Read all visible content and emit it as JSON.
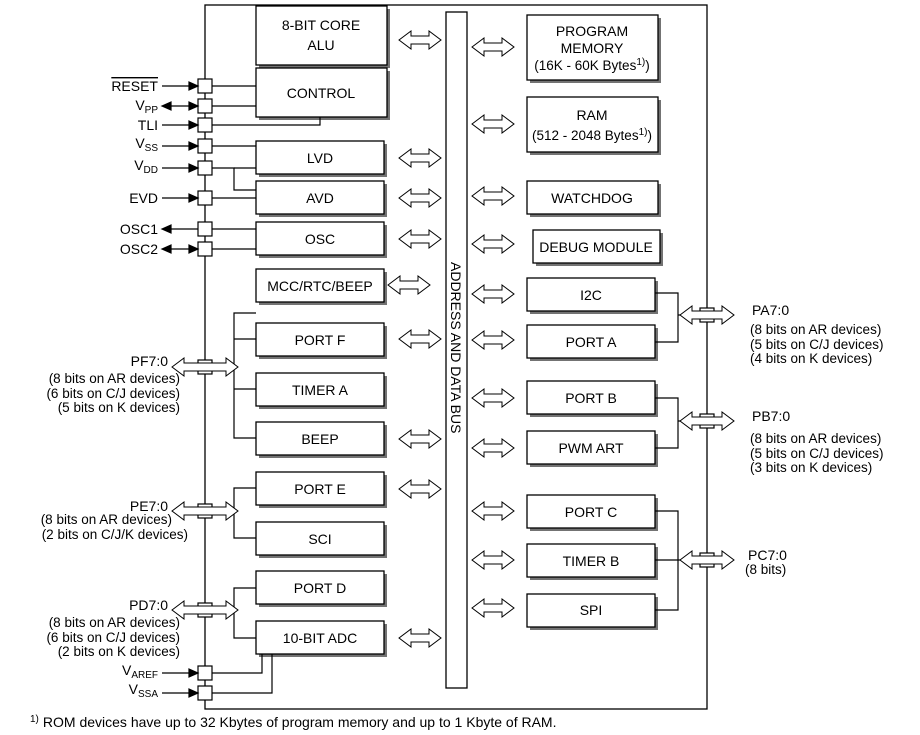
{
  "bus": {
    "label": "ADDRESS AND DATA BUS"
  },
  "left_blocks": {
    "core": {
      "line1": "8-BIT CORE",
      "line2": "ALU"
    },
    "control": "CONTROL",
    "lvd": "LVD",
    "avd": "AVD",
    "osc": "OSC",
    "mcc": "MCC/RTC/BEEP",
    "port_f": "PORT F",
    "timer_a": "TIMER A",
    "beep": "BEEP",
    "port_e": "PORT E",
    "sci": "SCI",
    "port_d": "PORT D",
    "adc": "10-BIT ADC"
  },
  "right_blocks": {
    "program_memory": {
      "line1": "PROGRAM",
      "line2": "MEMORY",
      "line3": "(16K - 60K Bytes",
      "sup": "1)",
      "close": ")"
    },
    "ram": {
      "line1": "RAM",
      "line2": "(512 - 2048 Bytes",
      "sup": "1)",
      "close": ")"
    },
    "watchdog": "WATCHDOG",
    "debug": "DEBUG MODULE",
    "i2c": "I2C",
    "port_a": "PORT A",
    "port_b": "PORT B",
    "pwm_art": "PWM ART",
    "port_c": "PORT C",
    "timer_b": "TIMER B",
    "spi": "SPI"
  },
  "left_pins": {
    "reset": "RESET",
    "vpp": {
      "main": "V",
      "sub": "PP"
    },
    "tli": "TLI",
    "vss": {
      "main": "V",
      "sub": "SS"
    },
    "vdd": {
      "main": "V",
      "sub": "DD"
    },
    "evd": "EVD",
    "osc1": "OSC1",
    "osc2": "OSC2",
    "varef": {
      "main": "V",
      "sub": "AREF"
    },
    "vssa": {
      "main": "V",
      "sub": "SSA"
    }
  },
  "ports": {
    "pf": {
      "name": "PF7:0",
      "lines": [
        "(8 bits on AR devices)",
        "(6 bits on C/J devices)",
        "(5 bits on K devices)"
      ]
    },
    "pe": {
      "name": "PE7:0",
      "lines": [
        "(8 bits on AR devices)",
        "(2 bits on C/J/K devices)"
      ]
    },
    "pd": {
      "name": "PD7:0",
      "lines": [
        "(8 bits on AR devices)",
        "(6 bits on C/J devices)",
        "(2 bits on K devices)"
      ]
    },
    "pa": {
      "name": "PA7:0",
      "lines": [
        "(8 bits on AR devices)",
        "(5 bits on C/J devices)",
        "(4 bits on K devices)"
      ]
    },
    "pb": {
      "name": "PB7:0",
      "lines": [
        "(8 bits on AR devices)",
        "(5 bits on C/J devices)",
        "(3 bits on K devices)"
      ]
    },
    "pc": {
      "name": "PC7:0",
      "lines": [
        "(8 bits)"
      ]
    }
  },
  "footnote": {
    "sup": "1)",
    "text": "ROM devices have up to 32 Kbytes of program memory and up to 1 Kbyte of RAM."
  }
}
